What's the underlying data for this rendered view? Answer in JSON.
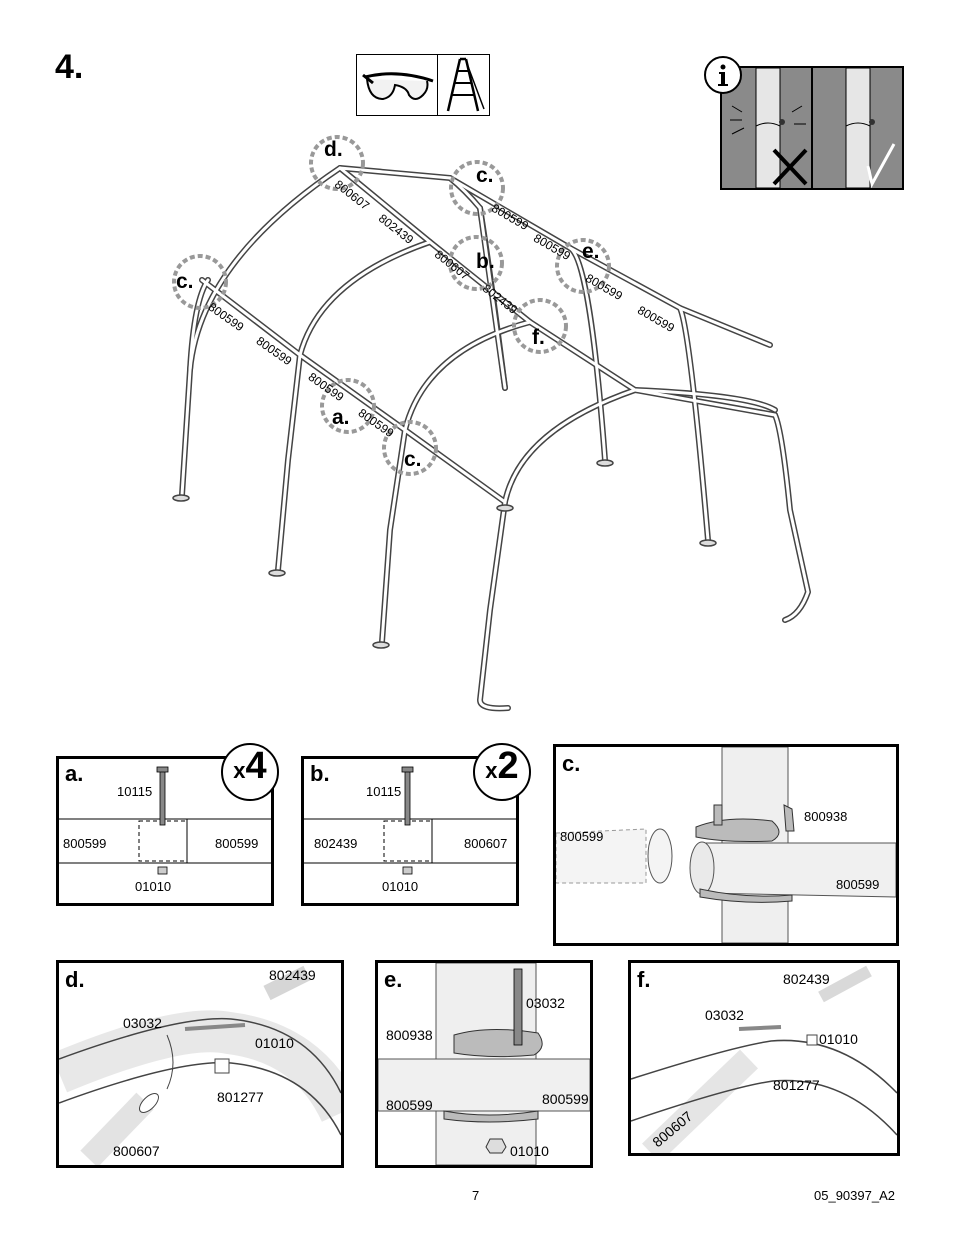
{
  "step": {
    "number": "4."
  },
  "frame": {
    "callouts": [
      "d.",
      "c.",
      "b.",
      "e.",
      "c.",
      "f.",
      "a.",
      "c."
    ],
    "part_labels": [
      "800607",
      "802439",
      "800599",
      "800599",
      "800607",
      "802439",
      "800599",
      "800599",
      "800599",
      "800599",
      "800599",
      "800599"
    ]
  },
  "panels": {
    "a": {
      "label": "a.",
      "multiplier": "4",
      "bolt": "10115",
      "left": "800599",
      "right": "800599",
      "nut": "01010"
    },
    "b": {
      "label": "b.",
      "multiplier": "2",
      "bolt": "10115",
      "left": "802439",
      "right": "800607",
      "nut": "01010"
    },
    "c": {
      "label": "c.",
      "clamp": "800938",
      "left": "800599",
      "right": "800599"
    },
    "d": {
      "label": "d.",
      "pipe_top": "802439",
      "bolt": "03032",
      "nut": "01010",
      "connector": "801277",
      "pipe_bottom": "800607"
    },
    "e": {
      "label": "e.",
      "clamp": "800938",
      "bolt": "03032",
      "left": "800599",
      "right": "800599",
      "nut": "01010"
    },
    "f": {
      "label": "f.",
      "pipe_top": "802439",
      "bolt": "03032",
      "nut": "01010",
      "connector": "801277",
      "pipe_bottom": "800607"
    }
  },
  "multiplier_prefix": "x",
  "footer": {
    "page": "7",
    "doc_code": "05_90397_A2"
  }
}
